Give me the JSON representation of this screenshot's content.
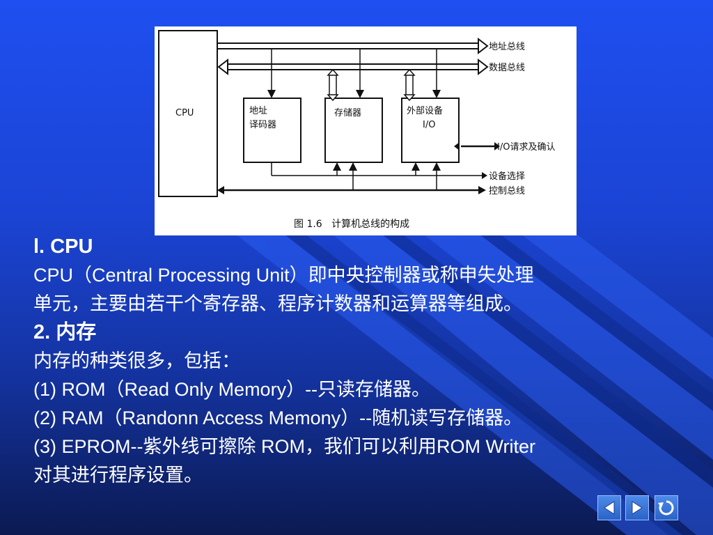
{
  "figure": {
    "cpu_label": "CPU",
    "address_bus_label": "地址总线",
    "data_bus_label": "数据总线",
    "decoder_label_line1": "地址",
    "decoder_label_line2": "译码器",
    "memory_label": "存储器",
    "io_label_line1": "外部设备",
    "io_label_line2": "I/O",
    "io_request_label": "I/O请求及确认",
    "device_select_label": "设备选择",
    "control_bus_label": "控制总线",
    "caption": "图 1.6   计算机总线的构成"
  },
  "content": {
    "heading1": "l. CPU",
    "p1_line1": "CPU（Central Processing Unit）即中央控制器或称申失处理",
    "p1_line2": "单元，主要由若干个寄存器、程序计数器和运算器等组成。",
    "heading2": "2. 内存",
    "p2_line1": "内存的种类很多，包括：",
    "p2_line2": "(1) ROM（Read Only Memory）--只读存储器。",
    "p2_line3": "(2) RAM（Randonn Access Memony）--随机读写存储器。",
    "p2_line4": "(3) EPROM--紫外线可擦除 ROM，我们可以利用ROM Writer",
    "p2_line5": "对其进行程序设置。"
  },
  "nav": {
    "prev_icon": "arrow-left-icon",
    "next_icon": "arrow-right-icon",
    "return_icon": "return-icon"
  }
}
